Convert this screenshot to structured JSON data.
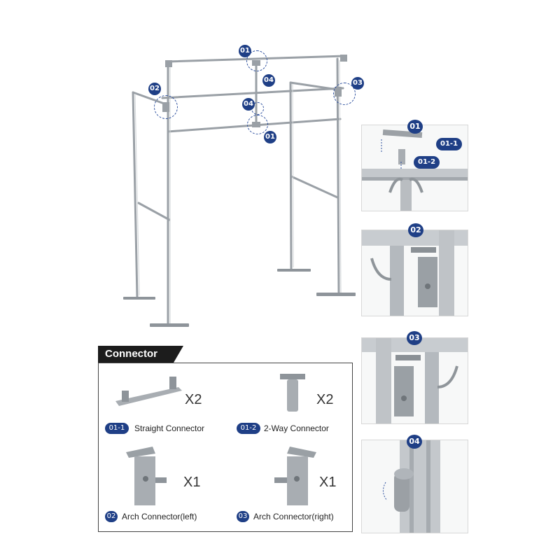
{
  "frame_callouts": {
    "c01_top": "01",
    "c04_upper": "04",
    "c02": "02",
    "c03": "03",
    "c04_lower": "04",
    "c01_bottom": "01"
  },
  "details": {
    "d01": {
      "badge": "01",
      "sub1": "01-1",
      "sub2": "01-2"
    },
    "d02": {
      "badge": "02"
    },
    "d03": {
      "badge": "03"
    },
    "d04": {
      "badge": "04"
    }
  },
  "connector": {
    "title": "Connector",
    "items": [
      {
        "code": "01-1",
        "name": "Straight Connector",
        "qty": "X2"
      },
      {
        "code": "01-2",
        "name": "2-Way Connector",
        "qty": "X2"
      },
      {
        "code": "02",
        "name": "Arch Connector(left)",
        "qty": "X1"
      },
      {
        "code": "03",
        "name": "Arch Connector(right)",
        "qty": "X1"
      }
    ]
  },
  "colors": {
    "accent": "#1f3f86",
    "frame": "#a8adb2",
    "panel_border": "#444444"
  }
}
